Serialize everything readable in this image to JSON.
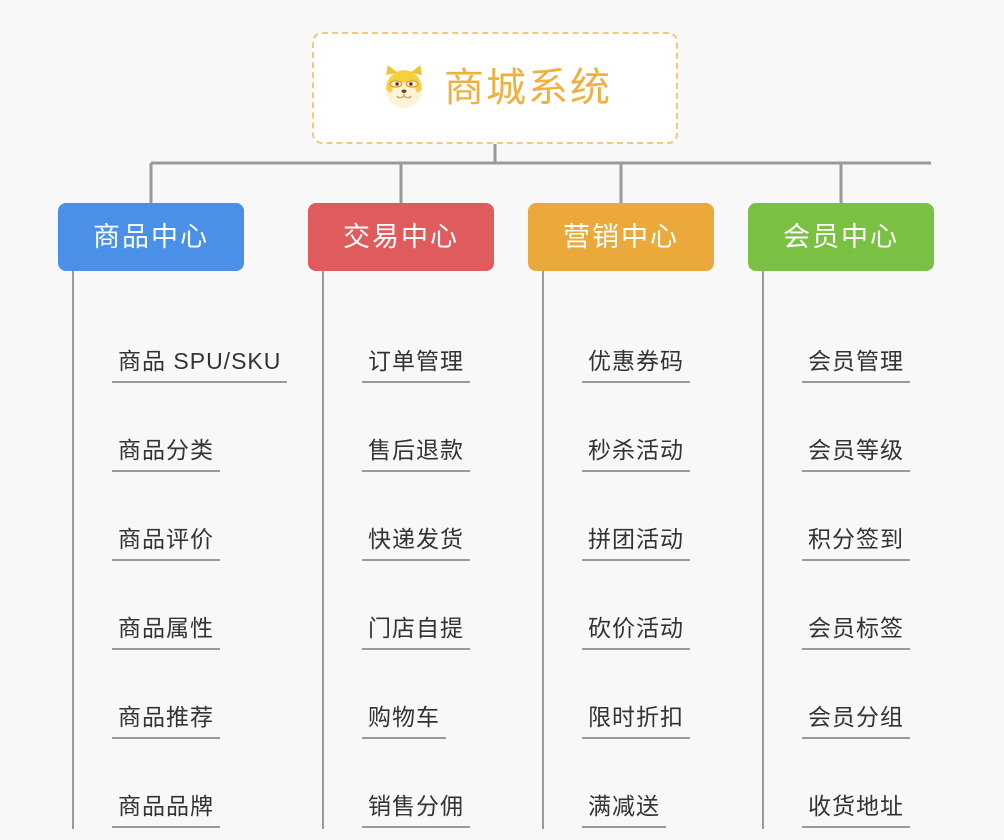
{
  "page": {
    "background_color": "#f8f8f8",
    "type": "org-chart"
  },
  "root": {
    "title": "商城系统",
    "icon": "shiba-dog-icon",
    "text_color": "#f0b040",
    "border_color": "#f5c77a"
  },
  "connector_color": "#9a9a9a",
  "columns": [
    {
      "title": "商品中心",
      "color": "#4a90e8",
      "items": [
        "商品 SPU/SKU",
        "商品分类",
        "商品评价",
        "商品属性",
        "商品推荐",
        "商品品牌"
      ]
    },
    {
      "title": "交易中心",
      "color": "#e05c5c",
      "items": [
        "订单管理",
        "售后退款",
        "快递发货",
        "门店自提",
        "购物车",
        "销售分佣"
      ]
    },
    {
      "title": "营销中心",
      "color": "#eaa93a",
      "items": [
        "优惠券码",
        "秒杀活动",
        "拼团活动",
        "砍价活动",
        "限时折扣",
        "满减送"
      ]
    },
    {
      "title": "会员中心",
      "color": "#7ac143",
      "items": [
        "会员管理",
        "会员等级",
        "积分签到",
        "会员标签",
        "会员分组",
        "收货地址"
      ]
    }
  ]
}
